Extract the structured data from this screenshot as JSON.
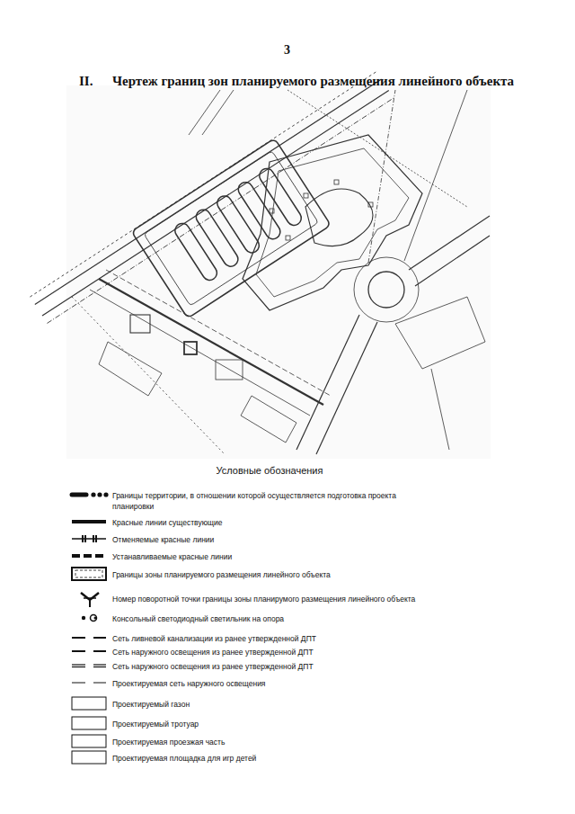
{
  "diagram": {
    "title": "Чертеж границ зон планируемого размещения линейного объекта",
    "labels": [
      "3",
      "II.",
      "Условные обозначения"
    ],
    "legend": [
      {
        "text": "Границы территории, в отношении которой осуществляется подготовка проекта планировки"
      },
      {
        "text": "Красные линии существующие"
      },
      {
        "text": "Отменяемые красные линии"
      },
      {
        "text": "Устанавливаемые красные линии"
      },
      {
        "text": "Границы зоны планируемого размещения линейного объекта"
      },
      {
        "text": "Номер поворотной точки границы зоны планирумого размещения линейного объекта"
      },
      {
        "text": "Консольный светодиодный светильник на опора"
      },
      {
        "text": "Сеть ливневой канализации из ранее утвержденной ДПТ"
      },
      {
        "text": "Сеть наружного освещения из ранее утвержденной ДПТ"
      },
      {
        "text": "Сеть наружного освещения из ранее утвержденной ДПТ"
      },
      {
        "text": "Проектируемая сеть наружного освещения"
      },
      {
        "text": "Проектируемый газон"
      },
      {
        "text": "Проектируемый тротуар"
      },
      {
        "text": "Проектируемая проезжая часть"
      },
      {
        "text": "Проектируемая площадка для игр детей"
      }
    ]
  }
}
